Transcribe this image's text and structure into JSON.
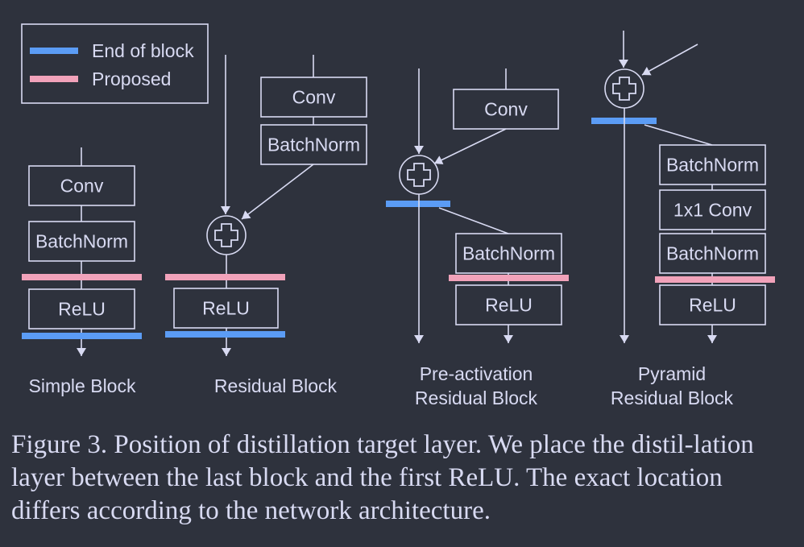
{
  "legend": {
    "end_of_block": "End of block",
    "proposed": "Proposed"
  },
  "colors": {
    "background": "#2e323d",
    "foreground": "#d8daf2",
    "end_of_block": "#5b9cf5",
    "proposed": "#f1a2ba"
  },
  "blocks": {
    "simple": {
      "title": "Simple Block",
      "layers": [
        "Conv",
        "BatchNorm",
        "ReLU"
      ]
    },
    "residual": {
      "title": "Residual Block",
      "layers": [
        "Conv",
        "BatchNorm",
        "ReLU"
      ]
    },
    "preact": {
      "title_1": "Pre-activation",
      "title_2": "Residual Block",
      "layers": [
        "Conv",
        "BatchNorm",
        "ReLU"
      ]
    },
    "pyramid": {
      "title_1": "Pyramid",
      "title_2": "Residual Block",
      "layers": [
        "BatchNorm",
        "1x1 Conv",
        "BatchNorm",
        "ReLU"
      ]
    }
  },
  "caption": "Figure 3. Position of distillation target layer. We place the distil-lation layer between the last block and the first ReLU. The exact location differs according to the network architecture."
}
